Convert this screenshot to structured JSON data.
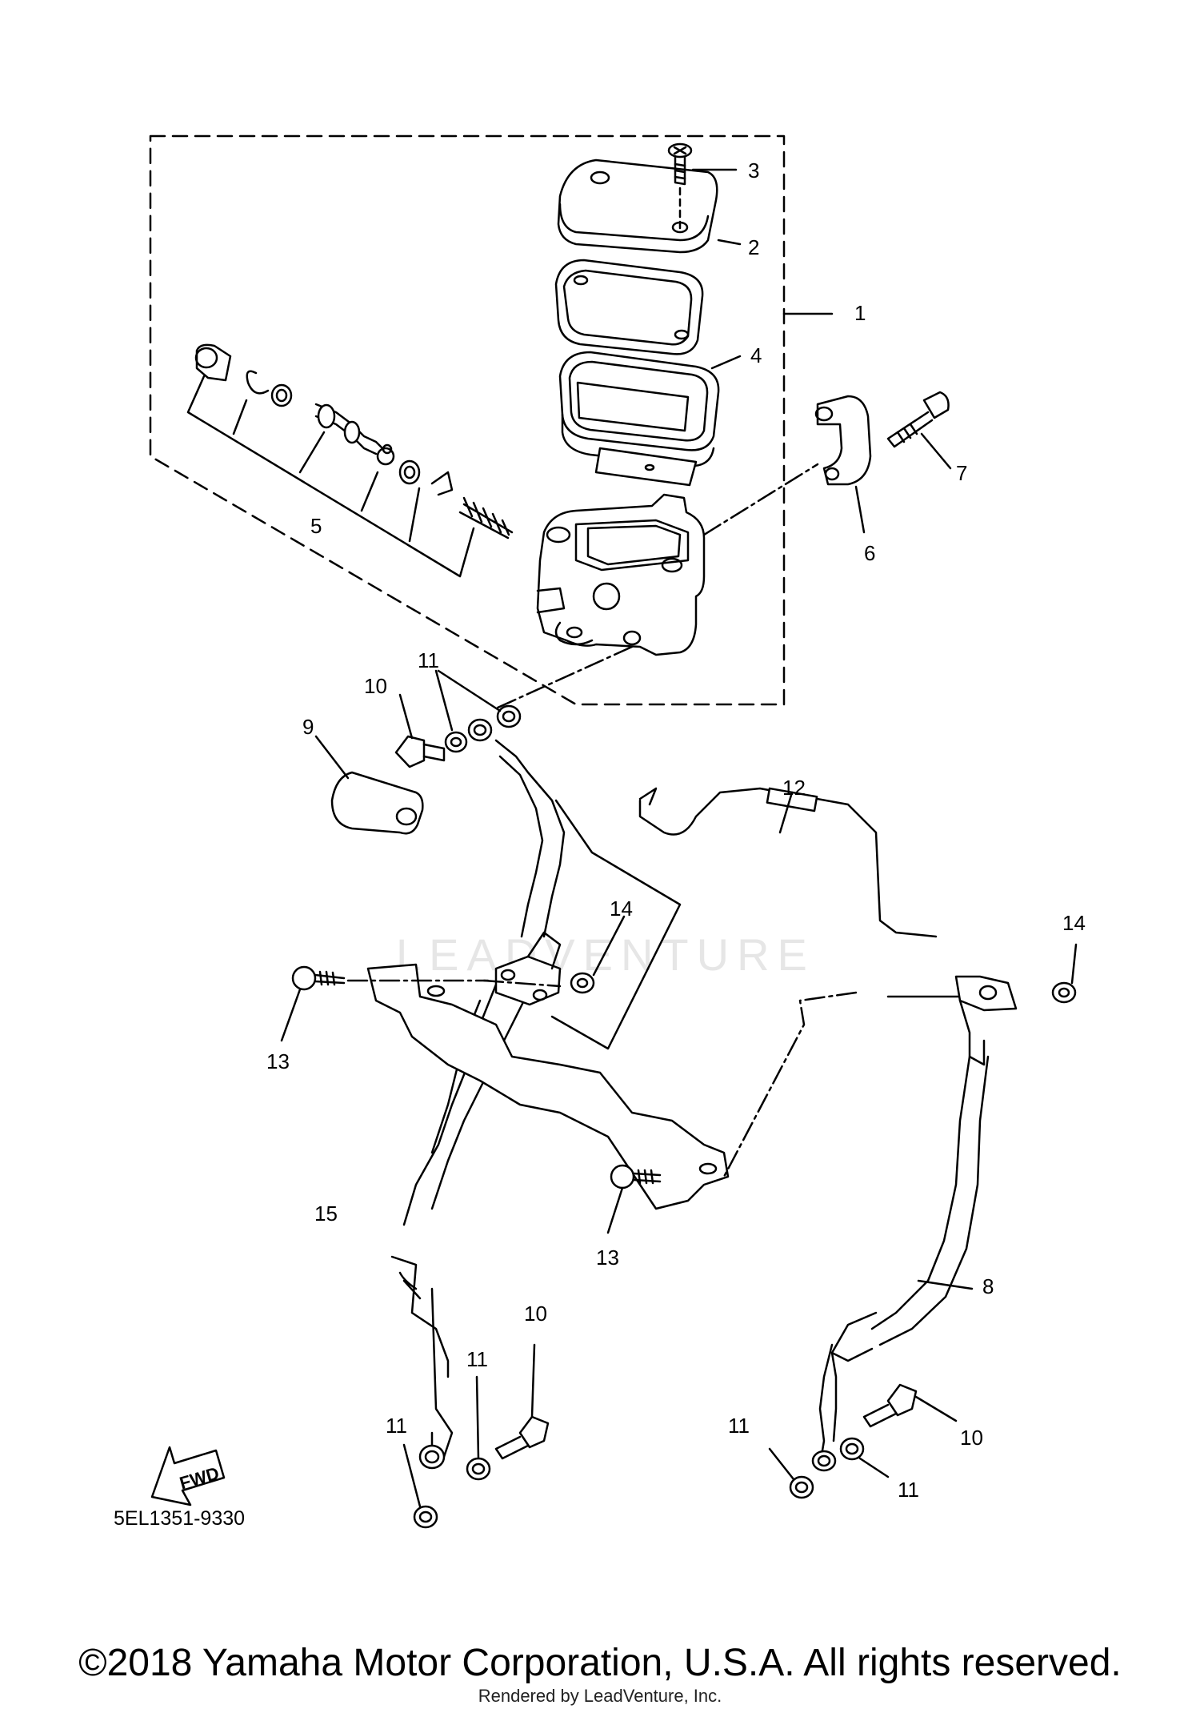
{
  "diagram": {
    "callouts": [
      "1",
      "2",
      "3",
      "4",
      "5",
      "6",
      "7",
      "8",
      "9",
      "10",
      "11",
      "12",
      "13",
      "14",
      "15"
    ],
    "fwd_label": "FWD",
    "part_code": "5EL1351-9330"
  },
  "watermark": "LEADVENTURE",
  "footer": {
    "copyright": "©2018 Yamaha Motor Corporation, U.S.A. All rights reserved.",
    "rendered_by": "Rendered by LeadVenture, Inc."
  }
}
